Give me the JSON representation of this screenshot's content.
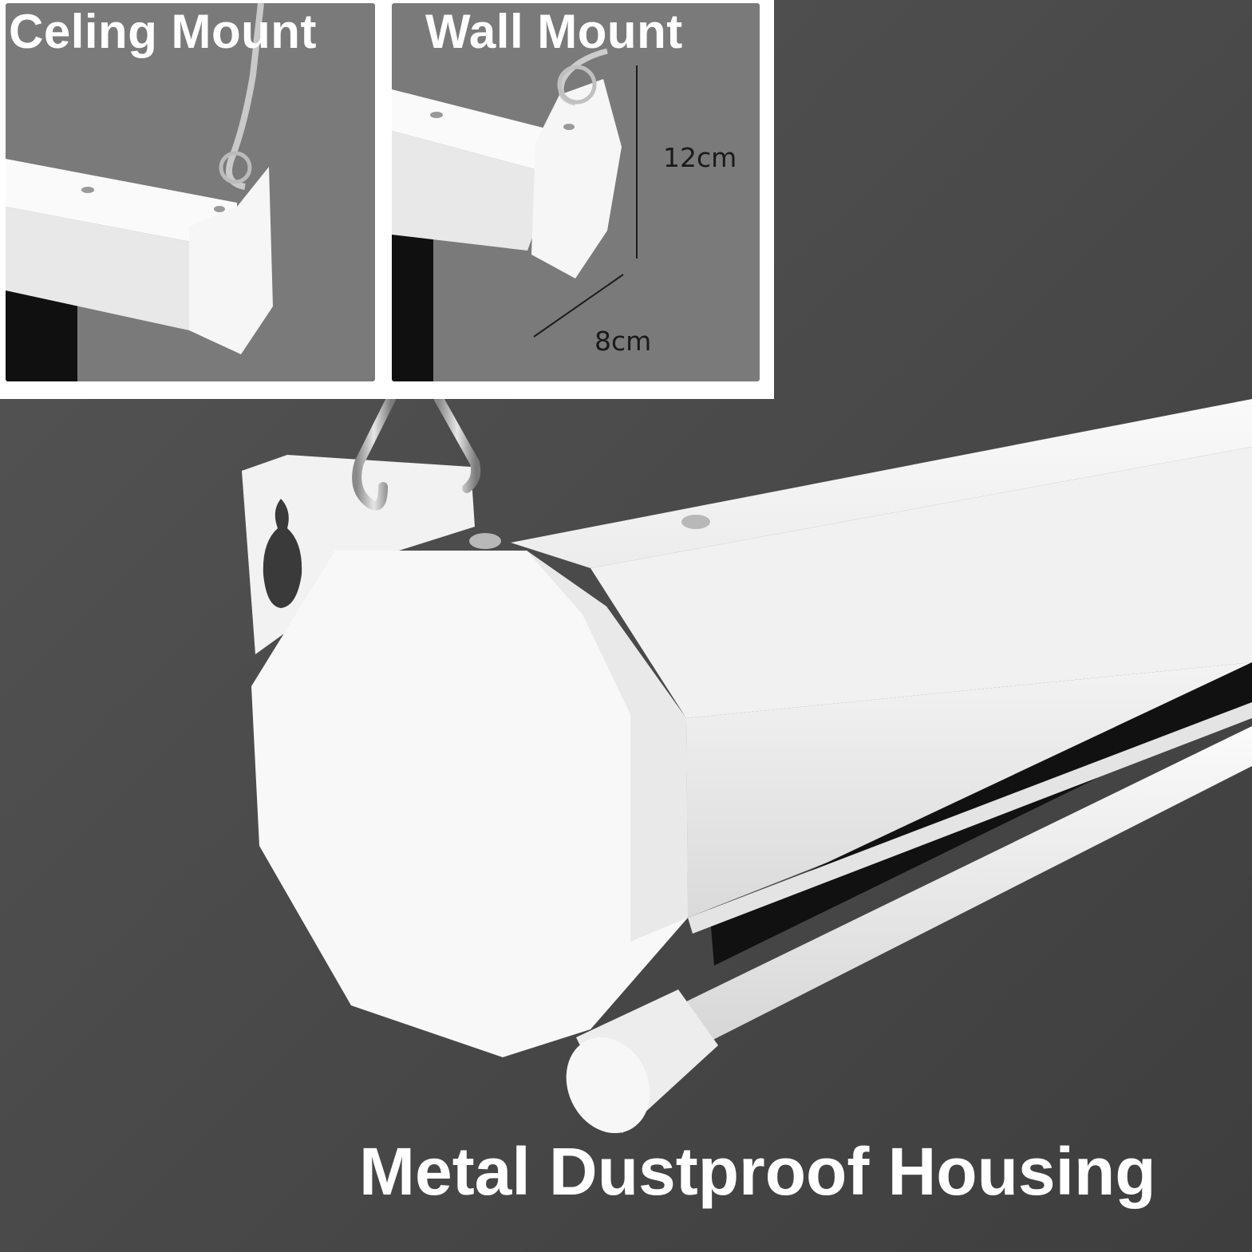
{
  "insets": {
    "ceiling": {
      "title": "Celing Mount"
    },
    "wall": {
      "title": "Wall Mount",
      "height_label": "12cm",
      "depth_label": "8cm"
    }
  },
  "caption": "Metal Dustproof Housing",
  "colors": {
    "background": "#4a4a4a",
    "inset_background": "#7a7a7a",
    "housing": "#f4f4f4",
    "caption_text": "#ffffff"
  }
}
